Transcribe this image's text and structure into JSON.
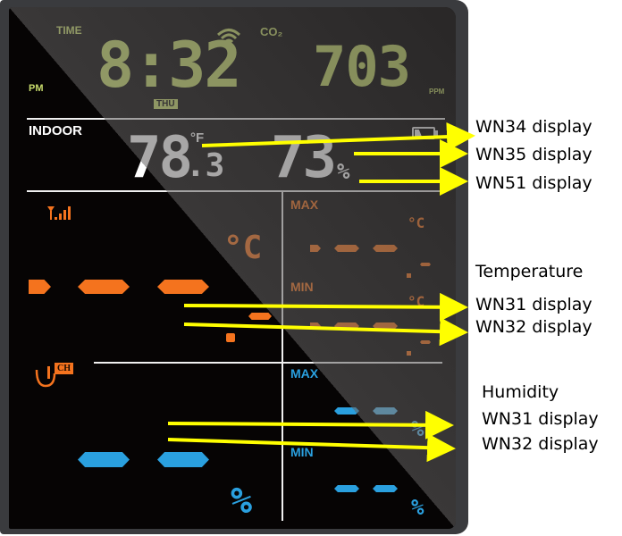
{
  "device": {
    "time_label": "TIME",
    "co2_label": "CO₂",
    "ampm": "PM",
    "time": "8:32",
    "day": "THU",
    "co2_value": "703",
    "co2_unit": "PPM",
    "indoor_label": "INDOOR",
    "indoor_temp_int": "78",
    "indoor_temp_dec": ".3",
    "indoor_temp_unit": "°F",
    "indoor_humidity": "73",
    "indoor_humidity_unit": "%",
    "temp_unit": "°C",
    "max_label": "MAX",
    "min_label": "MIN",
    "ch_label": "CH",
    "humidity_unit": "%",
    "colors": {
      "green": "#c8dc6c",
      "orange": "#f4731e",
      "blue": "#2aa0df",
      "arrow": "#ffff00"
    }
  },
  "annotations": {
    "wn34": "WN34 display",
    "wn35": "WN35 display",
    "wn51": "WN51 display",
    "temperature_heading": "Temperature",
    "temp_wn31": "WN31 display",
    "temp_wn32": "WN32 display",
    "humidity_heading": "Humidity",
    "hum_wn31": "WN31 display",
    "hum_wn32": "WN32 display"
  }
}
